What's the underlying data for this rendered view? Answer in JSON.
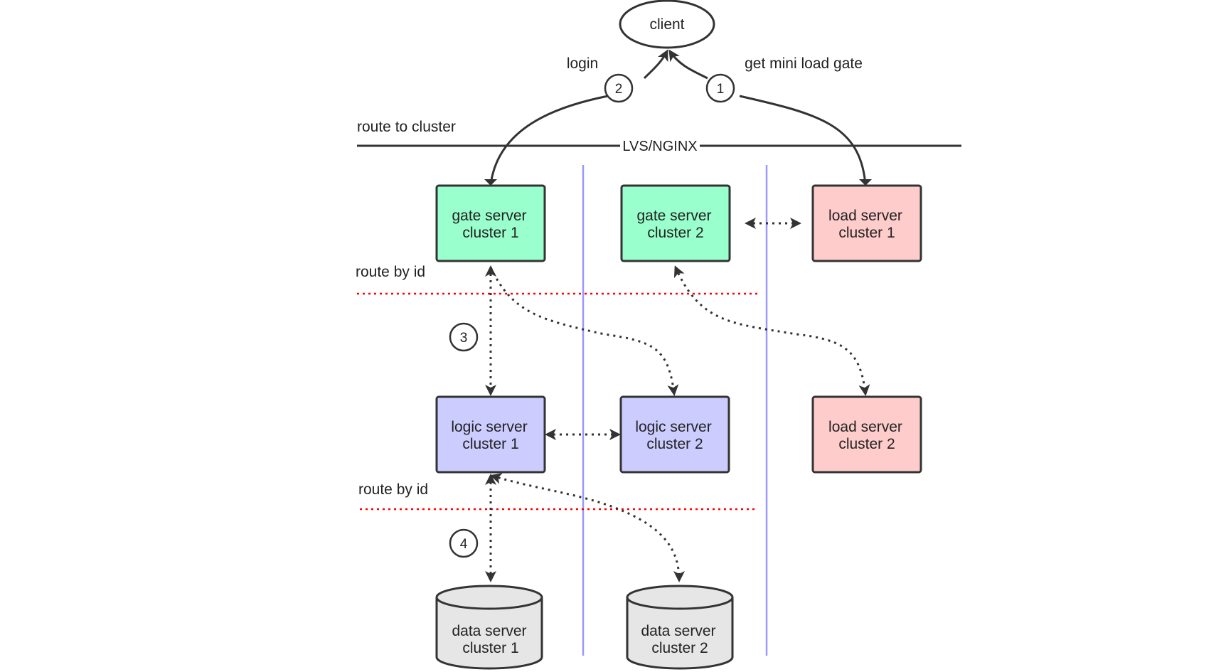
{
  "diagram": {
    "client": {
      "label": "client"
    },
    "bus": {
      "label": "LVS/NGINX"
    },
    "edge_labels": {
      "login": "login",
      "get_mini_load_gate": "get mini load gate",
      "route_to_cluster": "route to cluster",
      "route_by_id_1": "route by id",
      "route_by_id_2": "route by id"
    },
    "steps": {
      "one": "1",
      "two": "2",
      "three": "3",
      "four": "4"
    },
    "nodes": {
      "gate1": {
        "line1": "gate server",
        "line2": "cluster 1"
      },
      "gate2": {
        "line1": "gate server",
        "line2": "cluster 2"
      },
      "load1": {
        "line1": "load server",
        "line2": "cluster 1"
      },
      "logic1": {
        "line1": "logic server",
        "line2": "cluster 1"
      },
      "logic2": {
        "line1": "logic server",
        "line2": "cluster 2"
      },
      "load2": {
        "line1": "load server",
        "line2": "cluster 2"
      },
      "data1": {
        "line1": "data server",
        "line2": "cluster 1"
      },
      "data2": {
        "line1": "data server",
        "line2": "cluster 2"
      }
    },
    "colors": {
      "gate_fill": "#99FFCC",
      "load_fill": "#FFCCCC",
      "logic_fill": "#CCCCFF",
      "data_fill": "#E6E6E6",
      "stroke": "#333333",
      "divider_blue": "#9999FF",
      "route_red": "#FF0000"
    }
  }
}
